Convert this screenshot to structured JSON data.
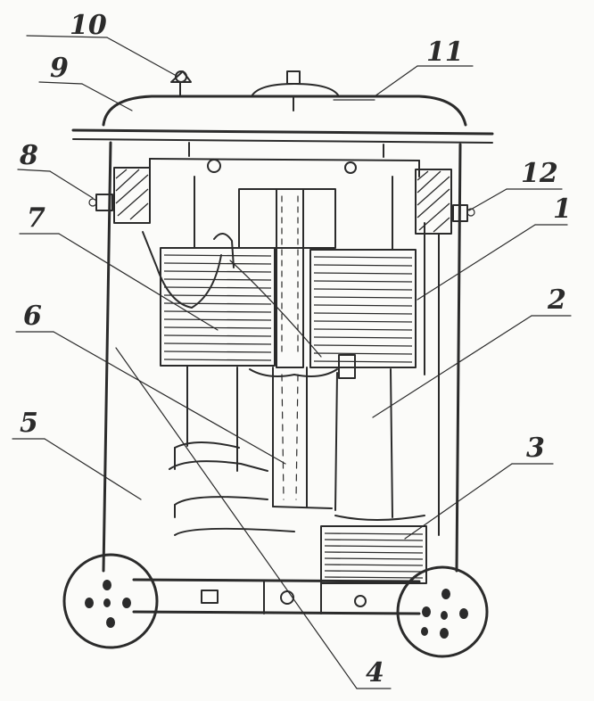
{
  "diagram": {
    "labels": [
      {
        "id": "1",
        "text": "1"
      },
      {
        "id": "2",
        "text": "2"
      },
      {
        "id": "3",
        "text": "3"
      },
      {
        "id": "4",
        "text": "4"
      },
      {
        "id": "5",
        "text": "5"
      },
      {
        "id": "6",
        "text": "6"
      },
      {
        "id": "7",
        "text": "7"
      },
      {
        "id": "8",
        "text": "8"
      },
      {
        "id": "9",
        "text": "9"
      },
      {
        "id": "10",
        "text": "10"
      },
      {
        "id": "11",
        "text": "11"
      },
      {
        "id": "12",
        "text": "12"
      }
    ],
    "colors": {
      "ink": "#2b2b2b",
      "paper": "#fbfbf9"
    }
  }
}
